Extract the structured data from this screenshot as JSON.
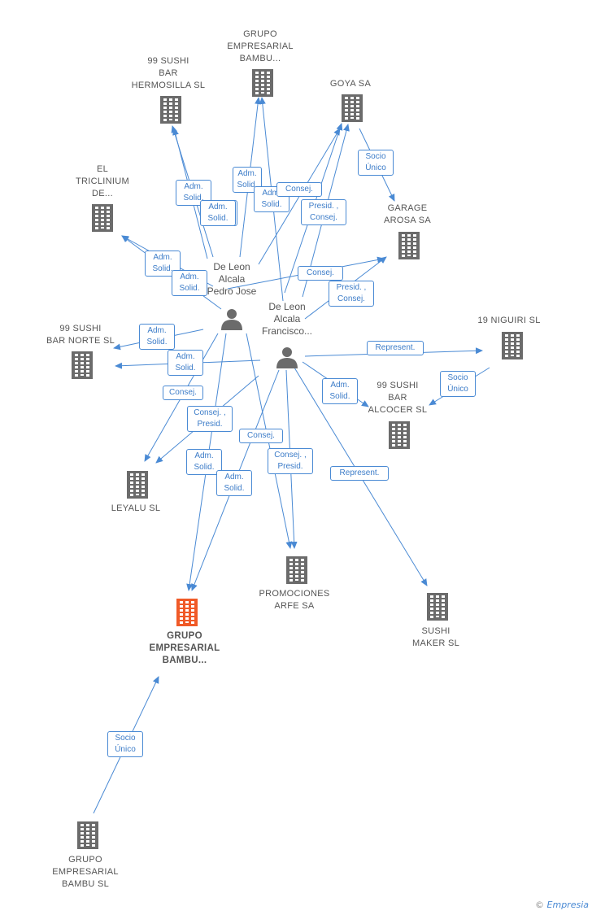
{
  "colors": {
    "edge": "#4a8ad4",
    "building": "#6b6b6b",
    "focus": "#f05a28",
    "person": "#6b6b6b"
  },
  "persons": [
    {
      "id": "p1",
      "label": "De Leon\nAlcala\nPedro Jose",
      "icon": "person-icon"
    },
    {
      "id": "p2",
      "label": "De Leon\nAlcala\nFrancisco...",
      "icon": "person-icon"
    }
  ],
  "companies": [
    {
      "id": "c_grupo_top",
      "label": "GRUPO\nEMPRESARIAL\nBAMBU...",
      "icon": "building-icon"
    },
    {
      "id": "c_hermosilla",
      "label": "99 SUSHI\nBAR\nHERMOSILLA SL",
      "icon": "building-icon"
    },
    {
      "id": "c_goya",
      "label": "GOYA SA",
      "icon": "building-icon"
    },
    {
      "id": "c_triclinium",
      "label": "EL\nTRICLINIUM\nDE...",
      "icon": "building-icon"
    },
    {
      "id": "c_garage",
      "label": "GARAGE\nAROSA SA",
      "icon": "building-icon"
    },
    {
      "id": "c_barnorte",
      "label": "99 SUSHI\nBAR NORTE SL",
      "icon": "building-icon"
    },
    {
      "id": "c_niguiri",
      "label": "19 NIGUIRI SL",
      "icon": "building-icon"
    },
    {
      "id": "c_alcocer",
      "label": "99 SUSHI\nBAR\nALCOCER SL",
      "icon": "building-icon"
    },
    {
      "id": "c_leyalu",
      "label": "LEYALU SL",
      "icon": "building-icon"
    },
    {
      "id": "c_promociones",
      "label": "PROMOCIONES\nARFE SA",
      "icon": "building-icon"
    },
    {
      "id": "c_sushimaker",
      "label": "SUSHI\nMAKER SL",
      "icon": "building-icon"
    },
    {
      "id": "c_focus",
      "label": "GRUPO\nEMPRESARIAL\nBAMBU...",
      "icon": "building-icon",
      "focus": true
    },
    {
      "id": "c_bambu_sl",
      "label": "GRUPO\nEMPRESARIAL\nBAMBU SL",
      "icon": "building-icon"
    }
  ],
  "edges": [
    {
      "id": "e1",
      "label": "Adm.\nSolid."
    },
    {
      "id": "e2",
      "label": "Adm.\nSolid."
    },
    {
      "id": "e3",
      "label": "Adm.\nSolid."
    },
    {
      "id": "e4",
      "label": "Adm.\nSolid."
    },
    {
      "id": "e5",
      "label": "Consej."
    },
    {
      "id": "e6",
      "label": "Presid. ,\nConsej."
    },
    {
      "id": "e7",
      "label": "Socio\nÚnico"
    },
    {
      "id": "e8",
      "label": "Adm.\nSolid."
    },
    {
      "id": "e9",
      "label": "Adm.\nSolid."
    },
    {
      "id": "e10",
      "label": "Consej."
    },
    {
      "id": "e11",
      "label": "Presid. ,\nConsej."
    },
    {
      "id": "e12",
      "label": "Adm.\nSolid."
    },
    {
      "id": "e13",
      "label": "Adm.\nSolid."
    },
    {
      "id": "e14",
      "label": "Represent."
    },
    {
      "id": "e15",
      "label": "Adm.\nSolid."
    },
    {
      "id": "e16",
      "label": "Socio\nÚnico"
    },
    {
      "id": "e17",
      "label": "Adm.\nSolid."
    },
    {
      "id": "e18",
      "label": "Consej."
    },
    {
      "id": "e19",
      "label": "Consej. ,\nPresid."
    },
    {
      "id": "e20",
      "label": "Consej."
    },
    {
      "id": "e21",
      "label": "Adm.\nSolid."
    },
    {
      "id": "e22",
      "label": "Adm.\nSolid."
    },
    {
      "id": "e23",
      "label": "Consej. ,\nPresid."
    },
    {
      "id": "e24",
      "label": "Represent."
    },
    {
      "id": "e25",
      "label": "Socio\nÚnico"
    }
  ],
  "footer": {
    "copyright": "©",
    "brand": "Empresia"
  }
}
